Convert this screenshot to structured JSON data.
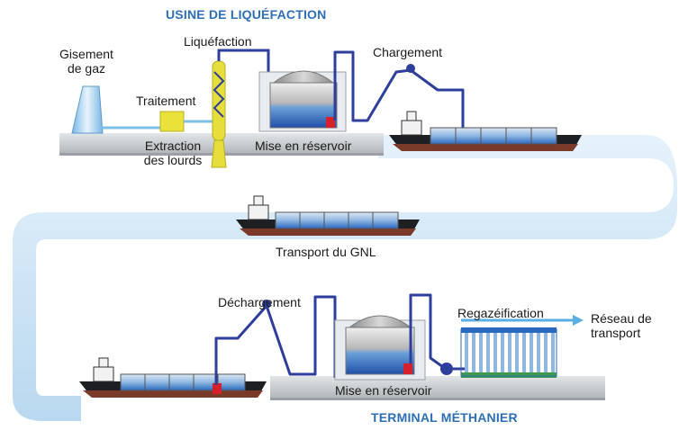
{
  "headers": {
    "plant": "USINE DE LIQUÉFACTION",
    "terminal": "TERMINAL MÉTHANIER"
  },
  "labels": {
    "gas_field_line1": "Gisement",
    "gas_field_line2": "de gaz",
    "treatment": "Traitement",
    "liquefaction": "Liquéfaction",
    "loading": "Chargement",
    "extraction_line1": "Extraction",
    "extraction_line2": "des lourds",
    "storage_top": "Mise en réservoir",
    "transport": "Transport du GNL",
    "unloading": "Déchargement",
    "regas": "Regazéification",
    "network_line1": "Réseau de",
    "network_line2": "transport",
    "storage_bottom": "Mise en réservoir"
  },
  "colors": {
    "pipe": "#2e3e9c",
    "header_text": "#2d6fb7",
    "ground": "#cfd3d6",
    "flow_band": "#c9e2f5",
    "lng_blue": "#2a68c0",
    "valve_red": "#d6202c",
    "treatment_yellow": "#e8e23a"
  }
}
